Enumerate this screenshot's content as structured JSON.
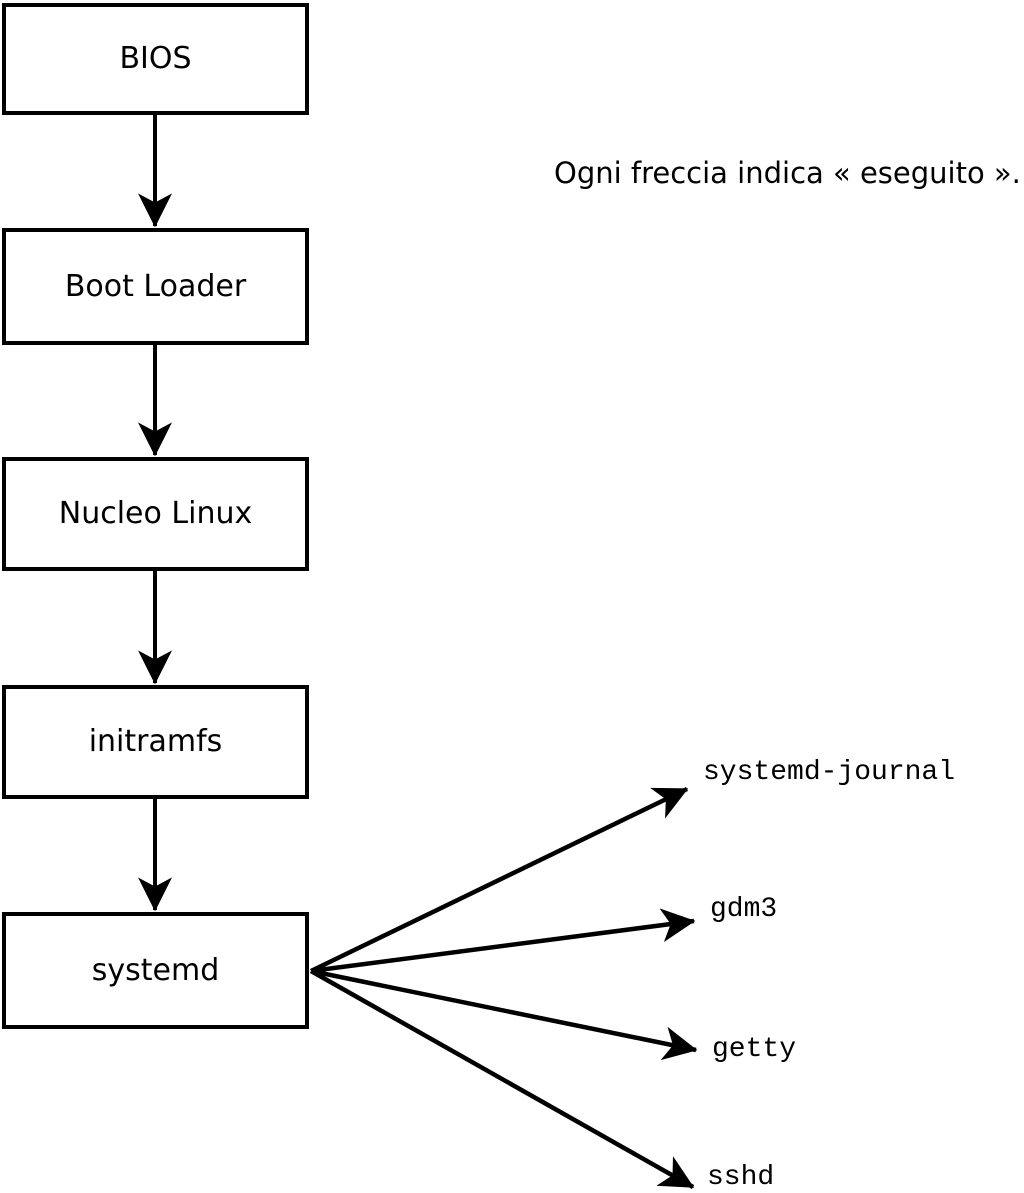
{
  "canvas": {
    "background": "#ffffff",
    "ink": "#000000"
  },
  "caption": {
    "text": "Ogni freccia indica « eseguito »."
  },
  "boot_sequence": [
    {
      "id": "bios",
      "label": "BIOS"
    },
    {
      "id": "boot-loader",
      "label": "Boot Loader"
    },
    {
      "id": "nucleo-linux",
      "label": "Nucleo Linux"
    },
    {
      "id": "initramfs",
      "label": "initramfs"
    },
    {
      "id": "systemd",
      "label": "systemd"
    }
  ],
  "services": [
    {
      "id": "systemd-journal",
      "label": "systemd-journal"
    },
    {
      "id": "gdm3",
      "label": "gdm3"
    },
    {
      "id": "getty",
      "label": "getty"
    },
    {
      "id": "sshd",
      "label": "sshd"
    }
  ]
}
